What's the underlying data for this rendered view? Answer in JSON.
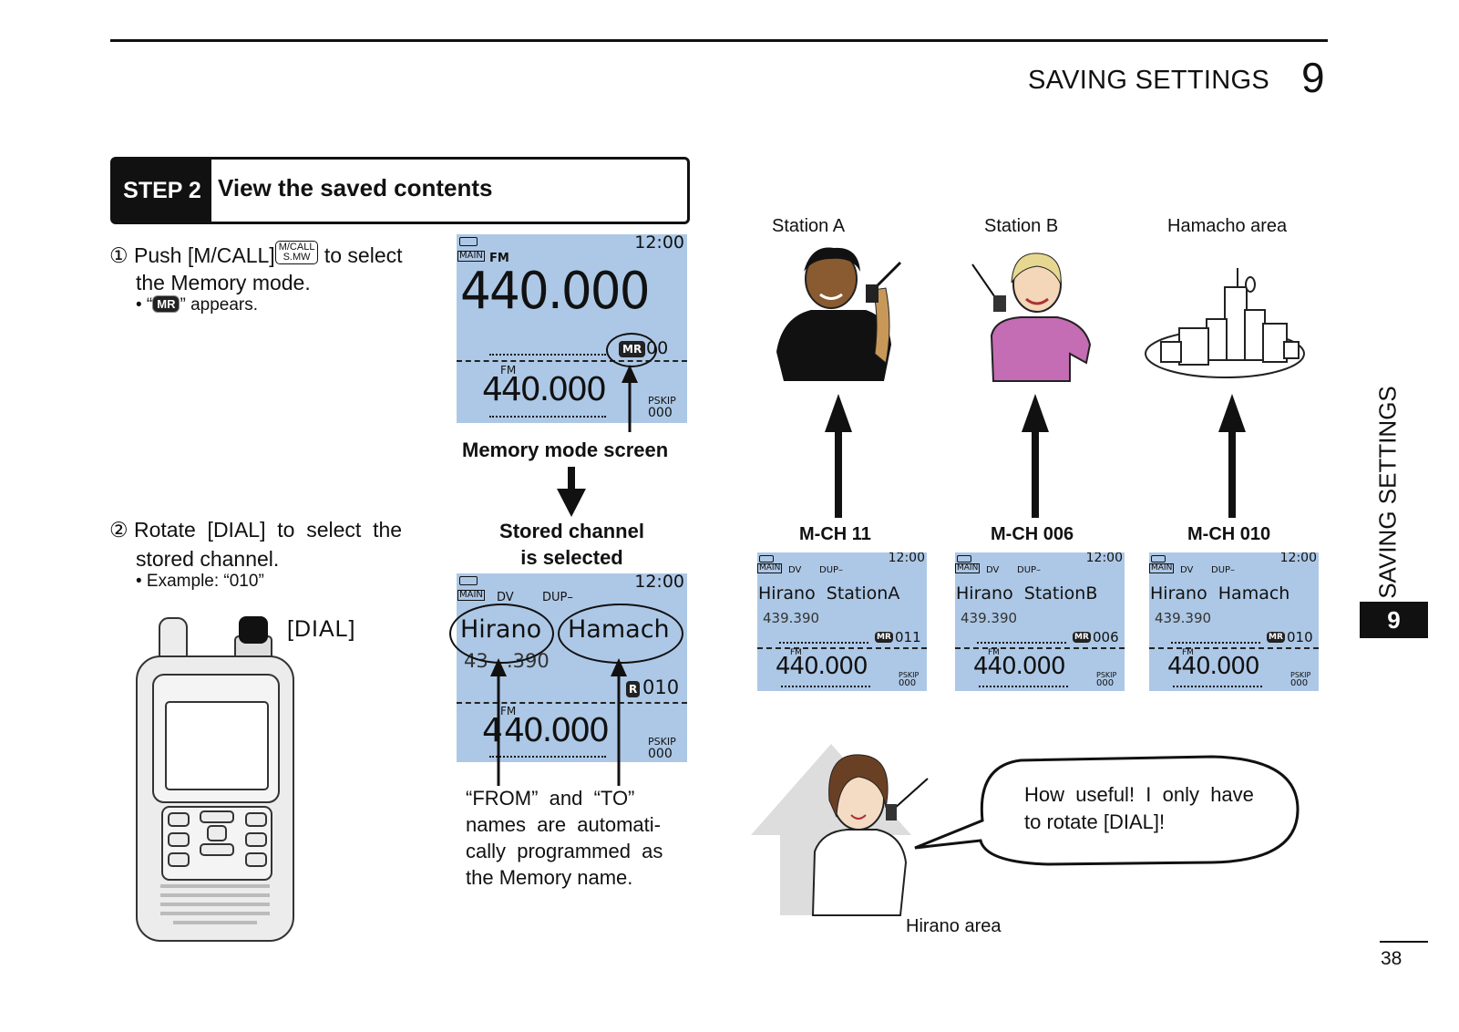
{
  "header": {
    "section_title": "SAVING SETTINGS",
    "chapter_number": "9"
  },
  "step": {
    "label": "STEP 2",
    "title": "View the saved contents"
  },
  "instructions": {
    "item1": {
      "num": "①",
      "prefix": "Push [M/CALL]",
      "key_top": "M/CALL",
      "key_bottom": "S.MW",
      "suffix": " to select",
      "line2": "the Memory mode.",
      "note_pre": "• “",
      "note_icon": "MR",
      "note_post": "” appears."
    },
    "item2": {
      "num": "②",
      "line1": "Rotate  [DIAL]  to  select  the",
      "line2": "stored channel.",
      "note": "• Example: “010”"
    },
    "dial_label": "[DIAL]"
  },
  "screen1": {
    "time": "12:00",
    "band_tag": "MAIN",
    "mode": "FM",
    "frequency": "440.000",
    "mr_icon": "MR",
    "channel_partial": "00",
    "sub_mode": "FM",
    "sub_frequency": "440.000",
    "pskip": "PSKIP",
    "pskip_num": "000",
    "caption": "Memory mode screen"
  },
  "arrow_caption": {
    "line1": "Stored channel",
    "line2": "is selected"
  },
  "screen2": {
    "time": "12:00",
    "band_tag": "MAIN",
    "mode": "DV",
    "dup": "DUP–",
    "name_from": "Hirano",
    "name_to": "Hamach",
    "freq_partial_a": "43",
    "freq_partial_b": ".390",
    "mr_partial": "R",
    "channel": "010",
    "sub_mode": "FM",
    "sub_frequency": "40.000",
    "sub_frequency_lead": "4",
    "pskip": "PSKIP",
    "pskip_num": "000",
    "caption_lines": [
      "“FROM”  and  “TO”",
      "names  are  automati-",
      "cally  programmed  as",
      "the Memory name."
    ]
  },
  "stations": [
    {
      "title": "Station A",
      "mch": "M-CH 11",
      "name": "Hirano  StationA",
      "freq": "439.390",
      "mr": "MR",
      "channel": "011",
      "time": "12:00",
      "band_tag": "MAIN",
      "mode": "DV",
      "dup": "DUP–",
      "sub_mode": "FM",
      "sub_freq": "440.000",
      "pskip": "PSKIP",
      "pskip_num": "000"
    },
    {
      "title": "Station B",
      "mch": "M-CH 006",
      "name": "Hirano  StationB",
      "freq": "439.390",
      "mr": "MR",
      "channel": "006",
      "time": "12:00",
      "band_tag": "MAIN",
      "mode": "DV",
      "dup": "DUP–",
      "sub_mode": "FM",
      "sub_freq": "440.000",
      "pskip": "PSKIP",
      "pskip_num": "000"
    },
    {
      "title": "Hamacho area",
      "mch": "M-CH 010",
      "name": "Hirano  Hamach",
      "freq": "439.390",
      "mr": "MR",
      "channel": "010",
      "time": "12:00",
      "band_tag": "MAIN",
      "mode": "DV",
      "dup": "DUP–",
      "sub_mode": "FM",
      "sub_freq": "440.000",
      "pskip": "PSKIP",
      "pskip_num": "000"
    }
  ],
  "speech": {
    "line1": "How  useful!  I  only  have",
    "line2": "to rotate [DIAL]!"
  },
  "hirano_area": "Hirano area",
  "side_tab": {
    "text": "SAVING SETTINGS",
    "number": "9"
  },
  "page_number": "38"
}
